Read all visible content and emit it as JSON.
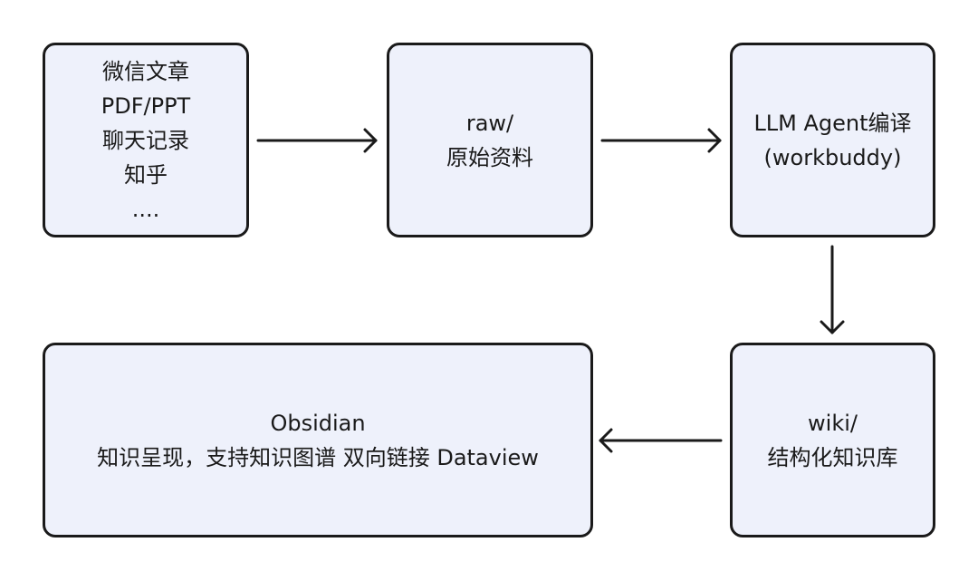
{
  "nodes": {
    "sources": {
      "lines": [
        "微信文章",
        "PDF/PPT",
        "聊天记录",
        "知乎",
        "...."
      ]
    },
    "raw": {
      "lines": [
        "raw/",
        "原始资料"
      ]
    },
    "llm": {
      "lines": [
        "LLM Agent编译",
        "(workbuddy)"
      ]
    },
    "wiki": {
      "lines": [
        "wiki/",
        "结构化知识库"
      ]
    },
    "obsidian": {
      "lines": [
        "Obsidian",
        "知识呈现，支持知识图谱  双向链接 Dataview"
      ]
    }
  },
  "edges": [
    {
      "from": "sources",
      "to": "raw"
    },
    {
      "from": "raw",
      "to": "llm"
    },
    {
      "from": "llm",
      "to": "wiki"
    },
    {
      "from": "wiki",
      "to": "obsidian"
    }
  ],
  "colors": {
    "node_fill": "#eef1fb",
    "stroke": "#1a1a1a"
  }
}
